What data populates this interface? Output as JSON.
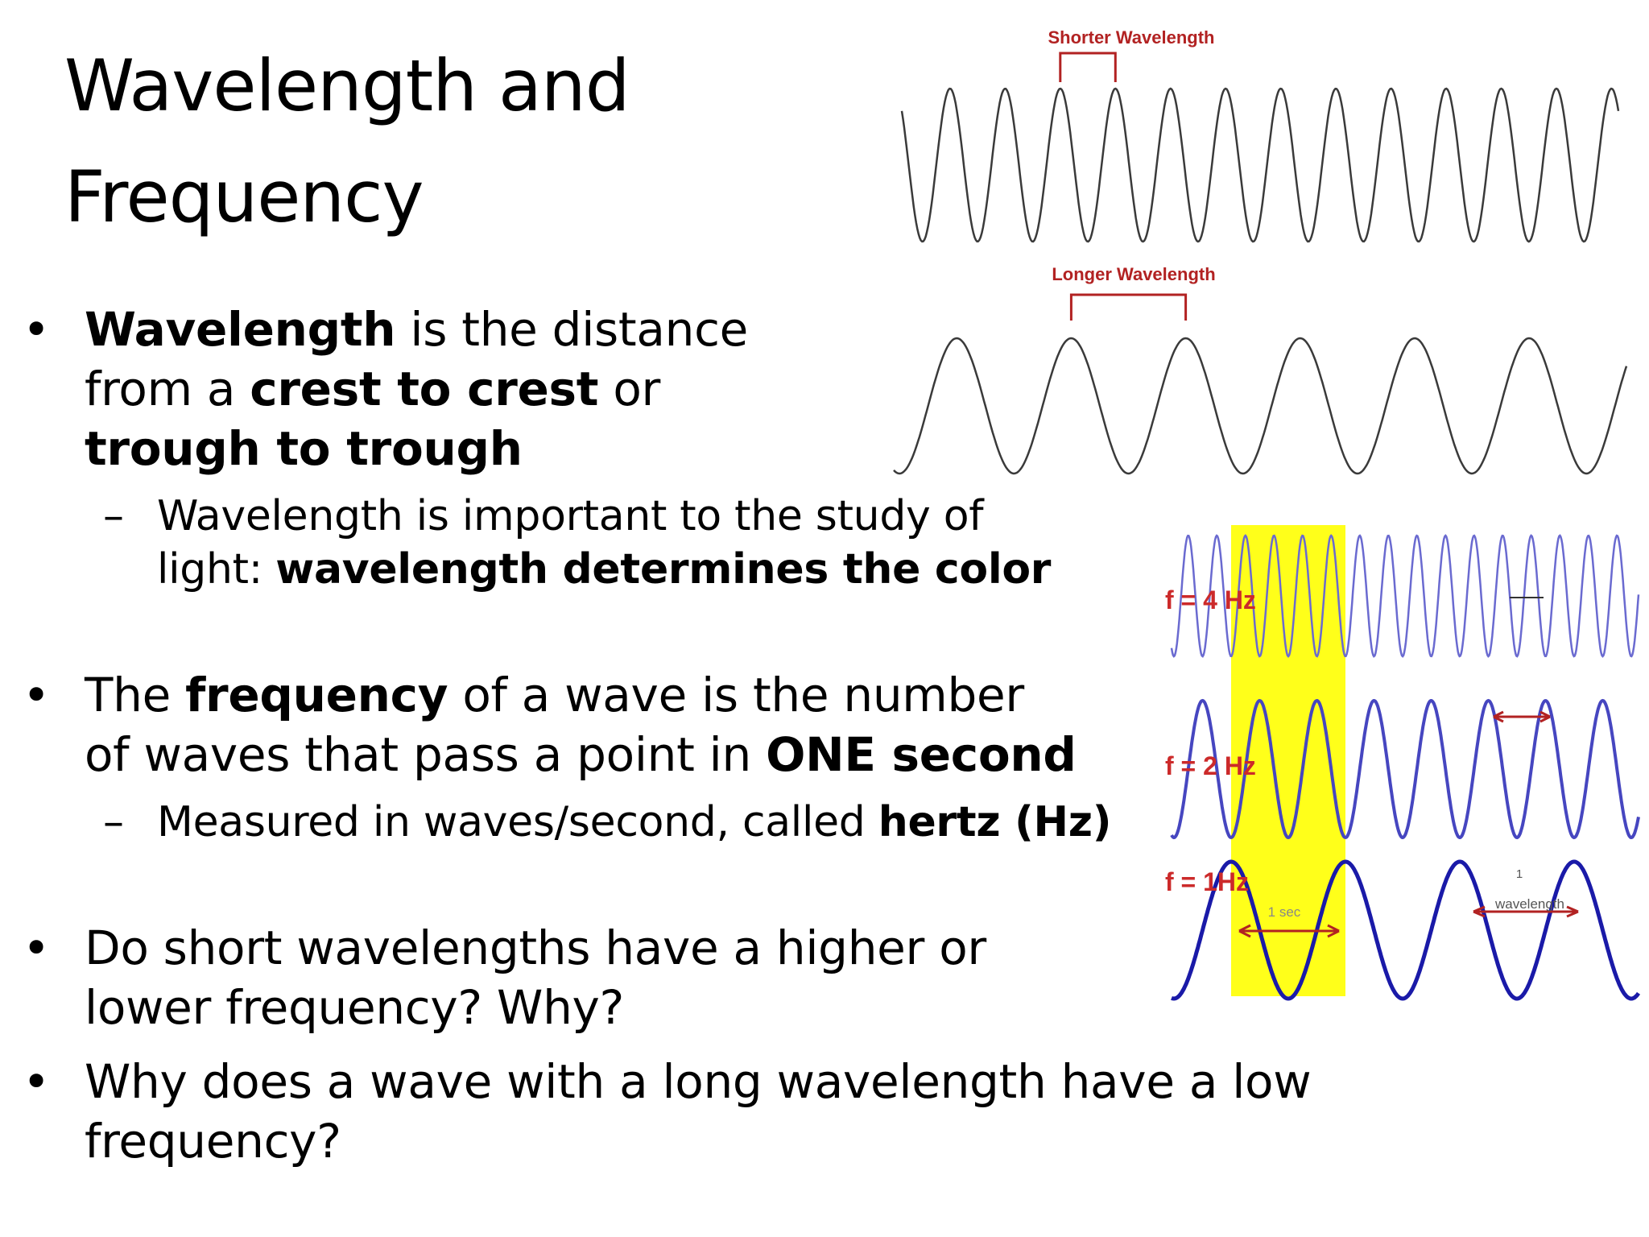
{
  "title": "Wavelength and Frequency",
  "bullets": [
    {
      "runs": [
        {
          "t": "Wavelength",
          "b": true
        },
        {
          "t": " is the distance"
        },
        {
          "br": true
        },
        {
          "t": "from a "
        },
        {
          "t": "crest to  crest",
          "b": true
        },
        {
          "t": " or"
        },
        {
          "br": true
        },
        {
          "t": "trough to trough",
          "b": true
        }
      ],
      "sub": [
        {
          "t": "Wavelength is important to the study of"
        },
        {
          "br": true
        },
        {
          "t": "light: "
        },
        {
          "t": "wavelength determines the color",
          "b": true
        }
      ]
    },
    {
      "runs": [
        {
          "t": "The "
        },
        {
          "t": "frequency",
          "b": true
        },
        {
          "t": " of a wave is the number"
        },
        {
          "br": true
        },
        {
          "t": "of waves that pass a point in "
        },
        {
          "t": "ONE second",
          "b": true
        }
      ],
      "sub": [
        {
          "t": "Measured in waves/second, called "
        },
        {
          "t": "hertz (Hz)",
          "b": true
        }
      ]
    },
    {
      "runs": [
        {
          "t": "Do short wavelengths have a higher or"
        },
        {
          "br": true
        },
        {
          "t": "lower frequency? Why?"
        }
      ]
    },
    {
      "runs": [
        {
          "t": "Why does a wave with a long wavelength have a low"
        },
        {
          "br": true
        },
        {
          "t": "frequency?"
        }
      ]
    }
  ],
  "figure_top": {
    "shorter_label": "Shorter Wavelength",
    "longer_label": "Longer Wavelength",
    "shorter_cycles": 13,
    "longer_cycles": 6.4,
    "line_color": "#3a3a3a",
    "bracket_color": "#b22222"
  },
  "figure_freq": {
    "rows": [
      {
        "label": "f = 4 Hz",
        "hz": 4
      },
      {
        "label": "f = 2 Hz",
        "hz": 2
      },
      {
        "label": "f = 1Hz",
        "hz": 1
      }
    ],
    "period_label": "1 sec",
    "wl_label_top": "1",
    "wl_label": "wavelength",
    "highlight_color": "#ffff1a",
    "wave_color": "#1a1aa8",
    "label_color": "#cc2a2a"
  }
}
